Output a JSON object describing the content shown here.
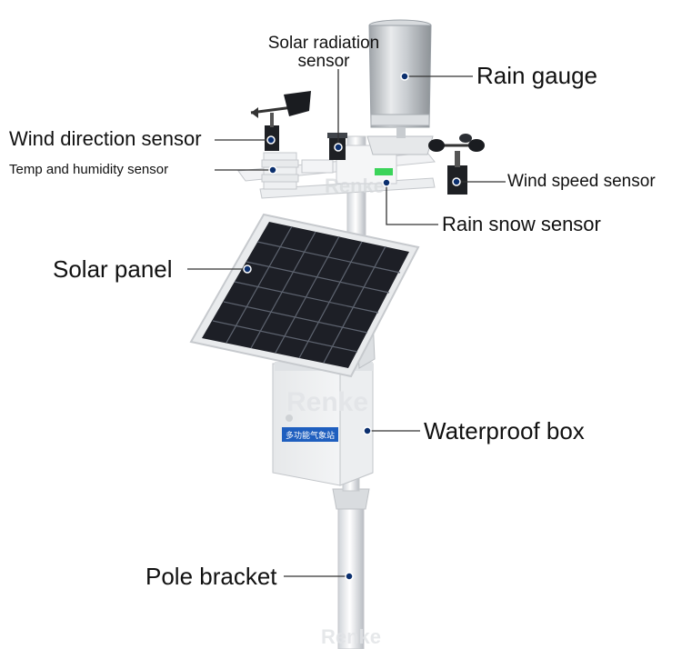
{
  "labels": {
    "solar_radiation_line1": "Solar radiation",
    "solar_radiation_line2": "sensor",
    "rain_gauge": "Rain gauge",
    "wind_direction": "Wind direction sensor",
    "temp_humidity": "Temp and humidity sensor",
    "wind_speed": "Wind speed sensor",
    "rain_snow": "Rain snow sensor",
    "solar_panel": "Solar panel",
    "waterproof_box": "Waterproof box",
    "pole_bracket": "Pole bracket"
  },
  "box_sticker": "多功能气象站",
  "watermark": "Renke",
  "colors": {
    "marker": "#0b2f6e",
    "callout_line": "#333333",
    "sticker": "#1f5fbf",
    "panel_cell": "#1d1f26"
  }
}
